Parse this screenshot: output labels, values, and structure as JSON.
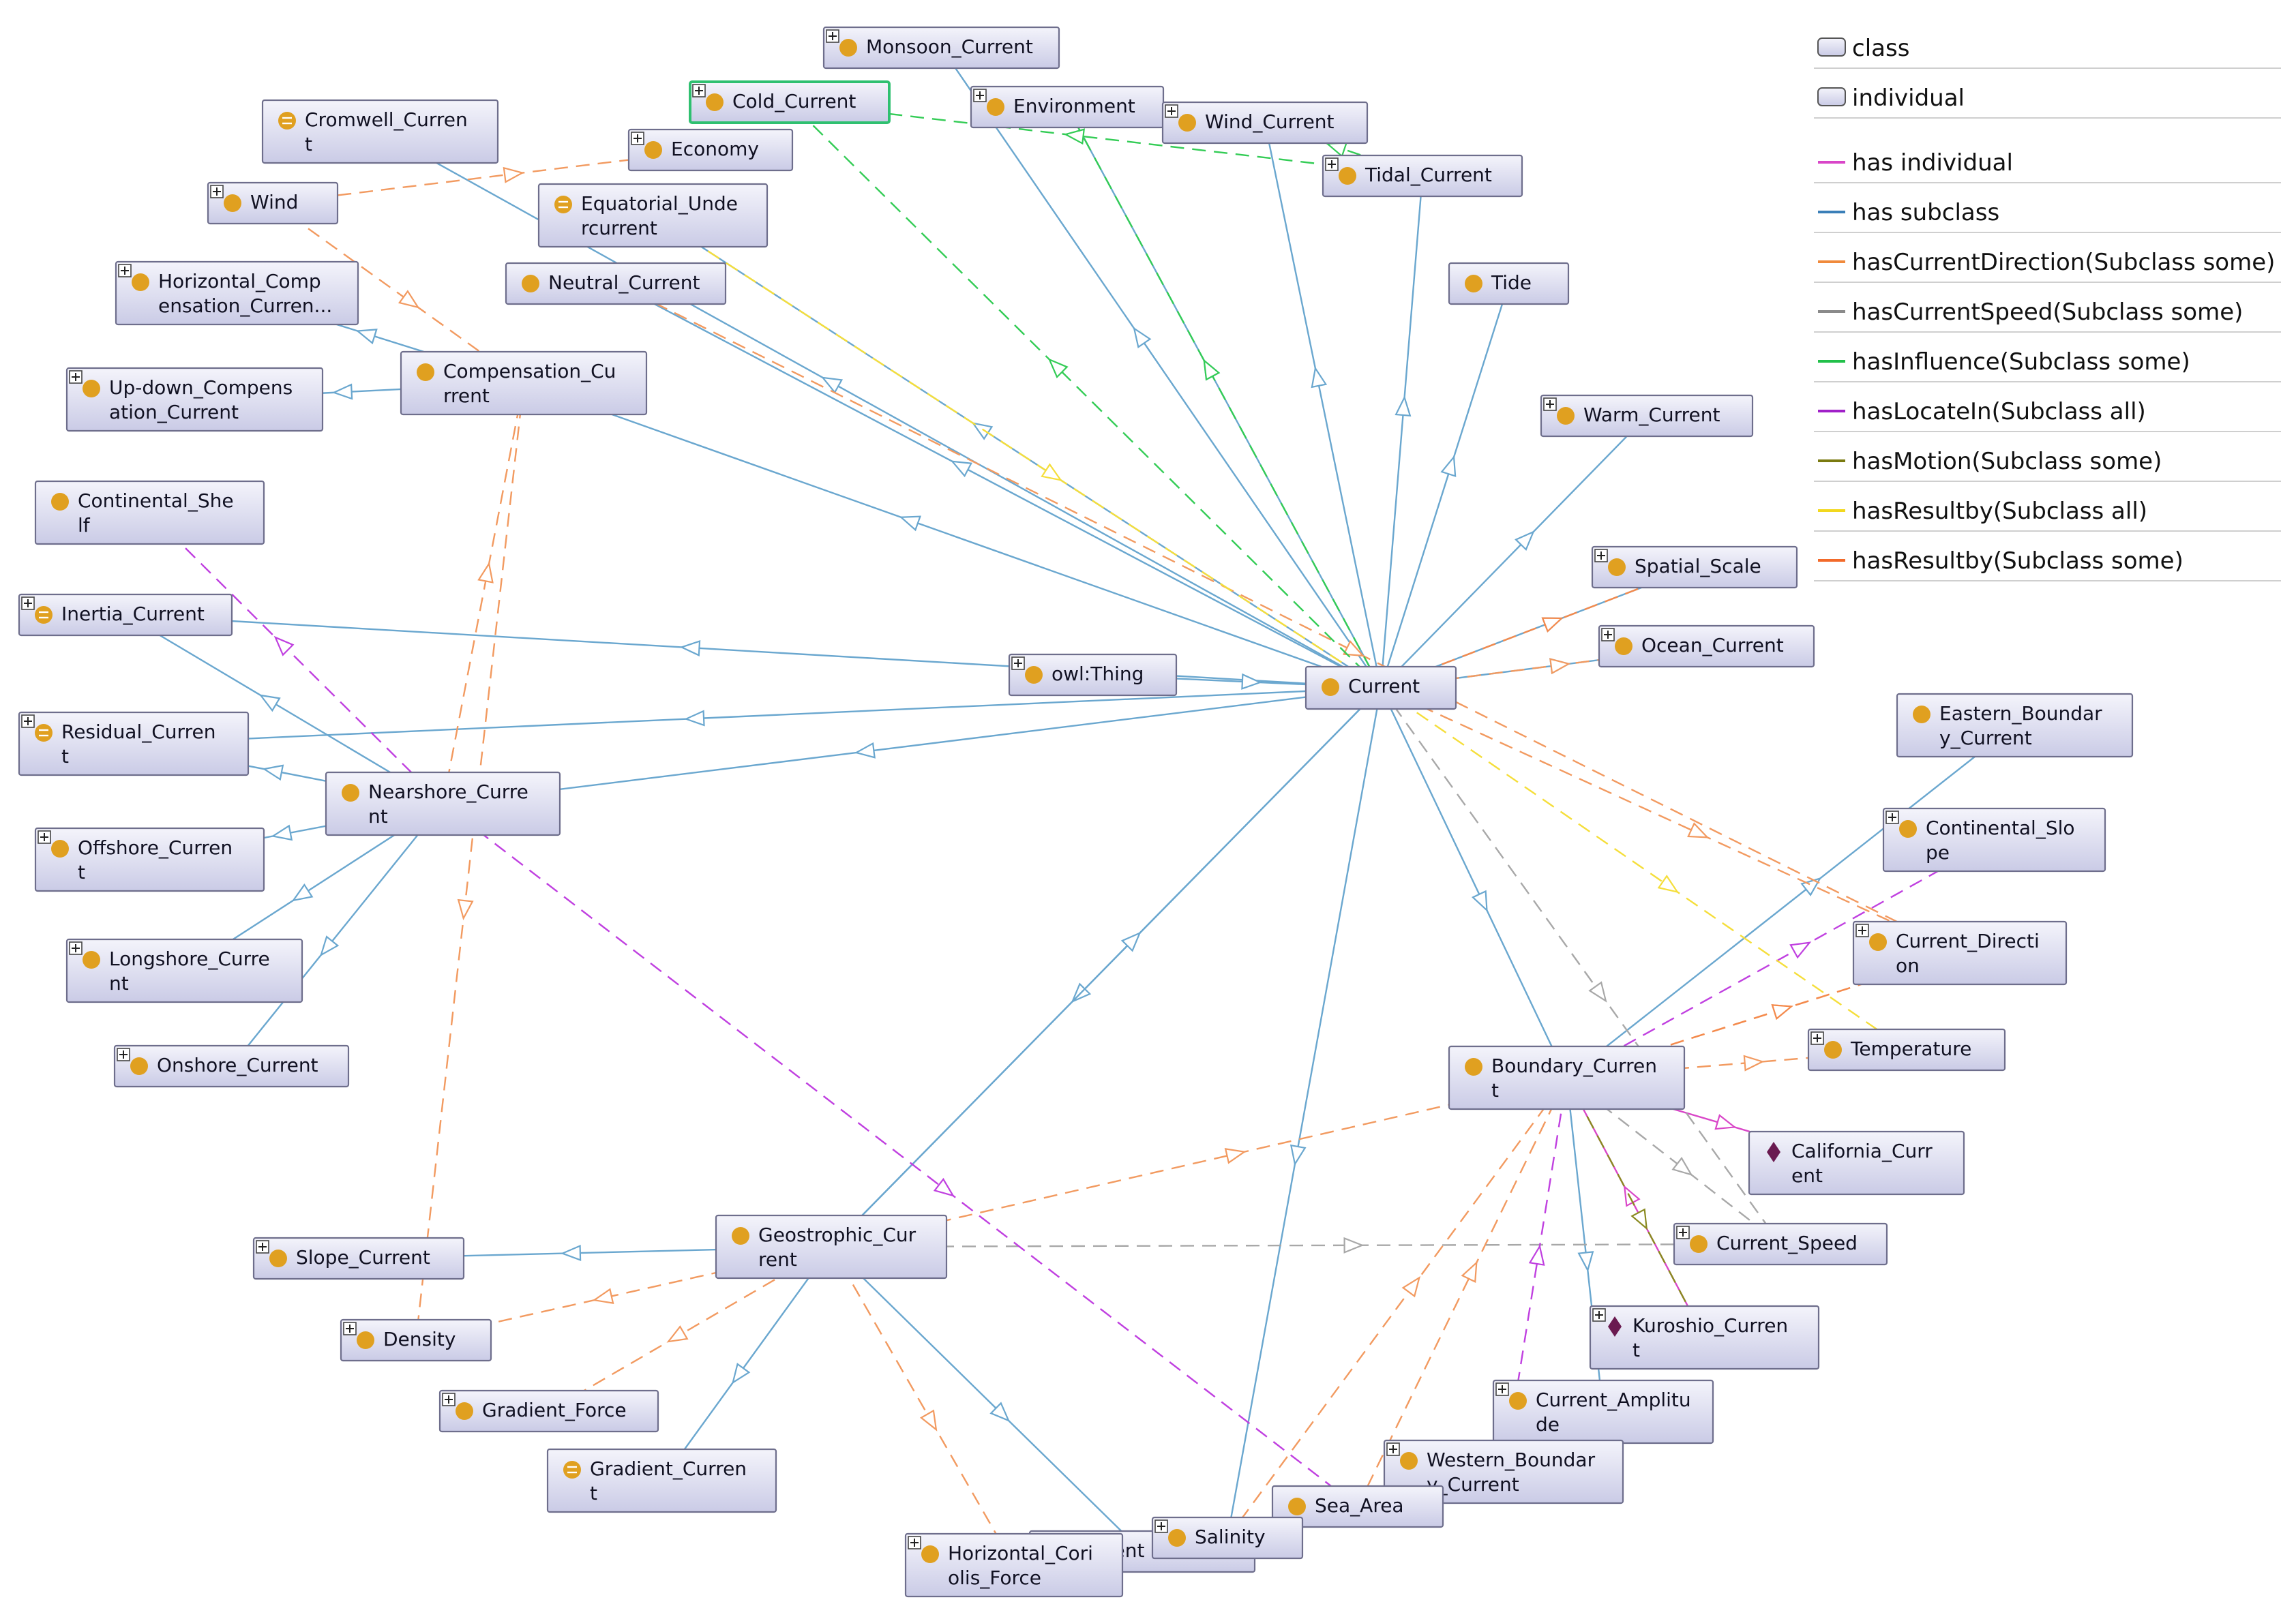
{
  "legend": {
    "entries": [
      {
        "label": "class",
        "kind": "box"
      },
      {
        "label": "individual",
        "kind": "box"
      },
      {
        "label": "has individual",
        "color": "#d946c8"
      },
      {
        "label": "has subclass",
        "color": "#3a7fb8"
      },
      {
        "label": "hasCurrentDirection(Subclass some)",
        "color": "#f08a3c"
      },
      {
        "label": "hasCurrentSpeed(Subclass some)",
        "color": "#8a8a8a"
      },
      {
        "label": "hasInfluence(Subclass some)",
        "color": "#22c04a"
      },
      {
        "label": "hasLocateIn(Subclass all)",
        "color": "#a020c8"
      },
      {
        "label": "hasMotion(Subclass some)",
        "color": "#7a7a10"
      },
      {
        "label": "hasResultby(Subclass all)",
        "color": "#f2d81e"
      },
      {
        "label": "hasResultby(Subclass some)",
        "color": "#f26a2a"
      }
    ]
  },
  "colors": {
    "subclass": "#6aa7cf",
    "individual_edge": "#d946c8",
    "direction": "#f29a60",
    "speed": "#a8a8a8",
    "influence": "#33cc55",
    "locate": "#c040e0",
    "motion": "#8a8a20",
    "resultby_all": "#f5de3a",
    "resultby_some": "#f48a4c",
    "class_marker": "#e0a020",
    "individual_marker": "#6a1a50"
  },
  "nodes": [
    {
      "id": "monsoon",
      "lines": [
        "Monsoon_Current"
      ],
      "marker": "class",
      "expander": true
    },
    {
      "id": "cold",
      "lines": [
        "Cold_Current"
      ],
      "marker": "class",
      "expander": true,
      "selected": true
    },
    {
      "id": "environment",
      "lines": [
        "Environment"
      ],
      "marker": "class",
      "expander": true
    },
    {
      "id": "wind_current",
      "lines": [
        "Wind_Current"
      ],
      "marker": "class",
      "expander": true
    },
    {
      "id": "cromwell",
      "lines": [
        "Cromwell_Curren",
        "t"
      ],
      "marker": "equiv",
      "expander": false
    },
    {
      "id": "economy",
      "lines": [
        "Economy"
      ],
      "marker": "class",
      "expander": true
    },
    {
      "id": "tidal",
      "lines": [
        "Tidal_Current"
      ],
      "marker": "class",
      "expander": true
    },
    {
      "id": "wind",
      "lines": [
        "Wind"
      ],
      "marker": "class",
      "expander": true
    },
    {
      "id": "equatorial",
      "lines": [
        "Equatorial_Unde",
        "rcurrent"
      ],
      "marker": "equiv",
      "expander": false
    },
    {
      "id": "tide",
      "lines": [
        "Tide"
      ],
      "marker": "class",
      "expander": false
    },
    {
      "id": "horizontal_comp",
      "lines": [
        "Horizontal_Comp",
        "ensation_Curren..."
      ],
      "marker": "class",
      "expander": true
    },
    {
      "id": "neutral",
      "lines": [
        "Neutral_Current"
      ],
      "marker": "class",
      "expander": false
    },
    {
      "id": "compensation",
      "lines": [
        "Compensation_Cu",
        "rrent"
      ],
      "marker": "class",
      "expander": false
    },
    {
      "id": "updown",
      "lines": [
        "Up-down_Compens",
        "ation_Current"
      ],
      "marker": "class",
      "expander": true
    },
    {
      "id": "warm",
      "lines": [
        "Warm_Current"
      ],
      "marker": "class",
      "expander": true
    },
    {
      "id": "continental_shelf",
      "lines": [
        "Continental_She",
        "lf"
      ],
      "marker": "class",
      "expander": false
    },
    {
      "id": "spatial_scale",
      "lines": [
        "Spatial_Scale"
      ],
      "marker": "class",
      "expander": true
    },
    {
      "id": "inertia",
      "lines": [
        "Inertia_Current"
      ],
      "marker": "equiv",
      "expander": true
    },
    {
      "id": "ocean",
      "lines": [
        "Ocean_Current"
      ],
      "marker": "class",
      "expander": true
    },
    {
      "id": "owl_thing",
      "lines": [
        "owl:Thing"
      ],
      "marker": "class",
      "expander": true
    },
    {
      "id": "current",
      "lines": [
        "Current"
      ],
      "marker": "class",
      "expander": false
    },
    {
      "id": "residual",
      "lines": [
        "Residual_Curren",
        "t"
      ],
      "marker": "equiv",
      "expander": true
    },
    {
      "id": "eastern_boundary",
      "lines": [
        "Eastern_Boundar",
        "y_Current"
      ],
      "marker": "class",
      "expander": false
    },
    {
      "id": "nearshore",
      "lines": [
        "Nearshore_Curre",
        "nt"
      ],
      "marker": "class",
      "expander": false
    },
    {
      "id": "continental_slope",
      "lines": [
        "Continental_Slo",
        "pe"
      ],
      "marker": "class",
      "expander": true
    },
    {
      "id": "offshore",
      "lines": [
        "Offshore_Curren",
        "t"
      ],
      "marker": "class",
      "expander": true
    },
    {
      "id": "current_direction",
      "lines": [
        "Current_Directi",
        "on"
      ],
      "marker": "class",
      "expander": true
    },
    {
      "id": "longshore",
      "lines": [
        "Longshore_Curre",
        "nt"
      ],
      "marker": "class",
      "expander": true
    },
    {
      "id": "temperature",
      "lines": [
        "Temperature"
      ],
      "marker": "class",
      "expander": true
    },
    {
      "id": "onshore",
      "lines": [
        "Onshore_Current"
      ],
      "marker": "class",
      "expander": true
    },
    {
      "id": "boundary",
      "lines": [
        "Boundary_Curren",
        "t"
      ],
      "marker": "class",
      "expander": false
    },
    {
      "id": "california",
      "lines": [
        "California_Curr",
        "ent"
      ],
      "marker": "individual",
      "expander": false
    },
    {
      "id": "geostrophic",
      "lines": [
        "Geostrophic_Cur",
        "rent"
      ],
      "marker": "class",
      "expander": false
    },
    {
      "id": "current_speed",
      "lines": [
        "Current_Speed"
      ],
      "marker": "class",
      "expander": true
    },
    {
      "id": "slope",
      "lines": [
        "Slope_Current"
      ],
      "marker": "class",
      "expander": true
    },
    {
      "id": "kuroshio",
      "lines": [
        "Kuroshio_Curren",
        "t"
      ],
      "marker": "individual",
      "expander": true
    },
    {
      "id": "density",
      "lines": [
        "Density"
      ],
      "marker": "class",
      "expander": true
    },
    {
      "id": "current_amplitude",
      "lines": [
        "Current_Amplitu",
        "de"
      ],
      "marker": "class",
      "expander": true
    },
    {
      "id": "gradient_force",
      "lines": [
        "Gradient_Force"
      ],
      "marker": "class",
      "expander": true
    },
    {
      "id": "western_boundary",
      "lines": [
        "Western_Boundar",
        "y_Current"
      ],
      "marker": "class",
      "expander": true
    },
    {
      "id": "gradient_current",
      "lines": [
        "Gradient_Curren",
        "t"
      ],
      "marker": "equiv",
      "expander": false
    },
    {
      "id": "sea_area",
      "lines": [
        "Sea_Area"
      ],
      "marker": "class",
      "expander": false
    },
    {
      "id": "density_current",
      "lines": [
        "ity_Current"
      ],
      "marker": "none",
      "expander": false
    },
    {
      "id": "salinity",
      "lines": [
        "Salinity"
      ],
      "marker": "class",
      "expander": true
    },
    {
      "id": "horizontal_coriolis",
      "lines": [
        "Horizontal_Cori",
        "olis_Force"
      ],
      "marker": "class",
      "expander": true
    }
  ],
  "edges": [
    {
      "from": "current",
      "to": "cromwell",
      "type": "subclass"
    },
    {
      "from": "current",
      "to": "equatorial",
      "type": "subclass"
    },
    {
      "from": "current",
      "to": "neutral",
      "type": "subclass"
    },
    {
      "from": "current",
      "to": "compensation",
      "type": "subclass"
    },
    {
      "from": "current",
      "to": "monsoon",
      "type": "subclass"
    },
    {
      "from": "current",
      "to": "environment",
      "type": "subclass"
    },
    {
      "from": "current",
      "to": "wind_current",
      "type": "subclass"
    },
    {
      "from": "current",
      "to": "tidal",
      "type": "subclass"
    },
    {
      "from": "current",
      "to": "tide",
      "type": "subclass"
    },
    {
      "from": "current",
      "to": "warm",
      "type": "subclass"
    },
    {
      "from": "current",
      "to": "spatial_scale",
      "type": "subclass"
    },
    {
      "from": "current",
      "to": "ocean",
      "type": "subclass"
    },
    {
      "from": "current",
      "to": "inertia",
      "type": "subclass"
    },
    {
      "from": "current",
      "to": "residual",
      "type": "subclass"
    },
    {
      "from": "current",
      "to": "nearshore",
      "type": "subclass"
    },
    {
      "from": "current",
      "to": "boundary",
      "type": "subclass"
    },
    {
      "from": "current",
      "to": "geostrophic",
      "type": "subclass"
    },
    {
      "from": "current",
      "to": "salinity",
      "type": "subclass"
    },
    {
      "from": "owl_thing",
      "to": "current",
      "type": "subclass"
    },
    {
      "from": "compensation",
      "to": "horizontal_comp",
      "type": "subclass"
    },
    {
      "from": "compensation",
      "to": "updown",
      "type": "subclass"
    },
    {
      "from": "nearshore",
      "to": "inertia",
      "type": "subclass"
    },
    {
      "from": "nearshore",
      "to": "residual",
      "type": "subclass"
    },
    {
      "from": "nearshore",
      "to": "offshore",
      "type": "subclass"
    },
    {
      "from": "nearshore",
      "to": "longshore",
      "type": "subclass"
    },
    {
      "from": "nearshore",
      "to": "onshore",
      "type": "subclass"
    },
    {
      "from": "boundary",
      "to": "eastern_boundary",
      "type": "subclass"
    },
    {
      "from": "boundary",
      "to": "current_amplitude",
      "type": "subclass"
    },
    {
      "from": "geostrophic",
      "to": "slope",
      "type": "subclass"
    },
    {
      "from": "geostrophic",
      "to": "gradient_current",
      "type": "subclass"
    },
    {
      "from": "geostrophic",
      "to": "density_current",
      "type": "subclass"
    },
    {
      "from": "geostrophic",
      "to": "current",
      "type": "subclass"
    },
    {
      "from": "boundary",
      "to": "california",
      "type": "individual"
    },
    {
      "from": "kuroshio",
      "to": "boundary",
      "type": "individual"
    },
    {
      "from": "wind",
      "to": "economy",
      "type": "direction"
    },
    {
      "from": "wind",
      "to": "compensation",
      "type": "direction"
    },
    {
      "from": "neutral",
      "to": "current_direction",
      "type": "direction"
    },
    {
      "from": "current",
      "to": "current_direction",
      "type": "direction"
    },
    {
      "from": "current",
      "to": "ocean",
      "type": "direction"
    },
    {
      "from": "compensation",
      "to": "density",
      "type": "direction"
    },
    {
      "from": "nearshore",
      "to": "compensation",
      "type": "direction"
    },
    {
      "from": "geostrophic",
      "to": "density",
      "type": "direction"
    },
    {
      "from": "geostrophic",
      "to": "gradient_force",
      "type": "direction"
    },
    {
      "from": "geostrophic",
      "to": "horizontal_coriolis",
      "type": "direction"
    },
    {
      "from": "geostrophic",
      "to": "boundary",
      "type": "direction"
    },
    {
      "from": "boundary",
      "to": "temperature",
      "type": "direction"
    },
    {
      "from": "boundary",
      "to": "current_direction",
      "type": "direction"
    },
    {
      "from": "salinity",
      "to": "boundary",
      "type": "direction"
    },
    {
      "from": "sea_area",
      "to": "boundary",
      "type": "direction"
    },
    {
      "from": "current",
      "to": "current_speed",
      "type": "speed"
    },
    {
      "from": "geostrophic",
      "to": "current_speed",
      "type": "speed"
    },
    {
      "from": "boundary",
      "to": "current_speed",
      "type": "speed"
    },
    {
      "from": "tidal",
      "to": "cold",
      "type": "influence"
    },
    {
      "from": "tidal",
      "to": "wind_current",
      "type": "influence"
    },
    {
      "from": "current",
      "to": "cold",
      "type": "influence"
    },
    {
      "from": "current",
      "to": "environment",
      "type": "influence"
    },
    {
      "from": "boundary",
      "to": "continental_slope",
      "type": "locate"
    },
    {
      "from": "western_boundary",
      "to": "boundary",
      "type": "locate"
    },
    {
      "from": "nearshore",
      "to": "continental_shelf",
      "type": "locate"
    },
    {
      "from": "nearshore",
      "to": "sea_area",
      "type": "locate"
    },
    {
      "from": "boundary",
      "to": "kuroshio",
      "type": "motion"
    },
    {
      "from": "current",
      "to": "temperature",
      "type": "resultby_all"
    },
    {
      "from": "equatorial",
      "to": "current",
      "type": "resultby_all"
    },
    {
      "from": "current",
      "to": "spatial_scale",
      "type": "resultby_some"
    },
    {
      "from": "boundary",
      "to": "current_direction",
      "type": "resultby_some"
    }
  ]
}
